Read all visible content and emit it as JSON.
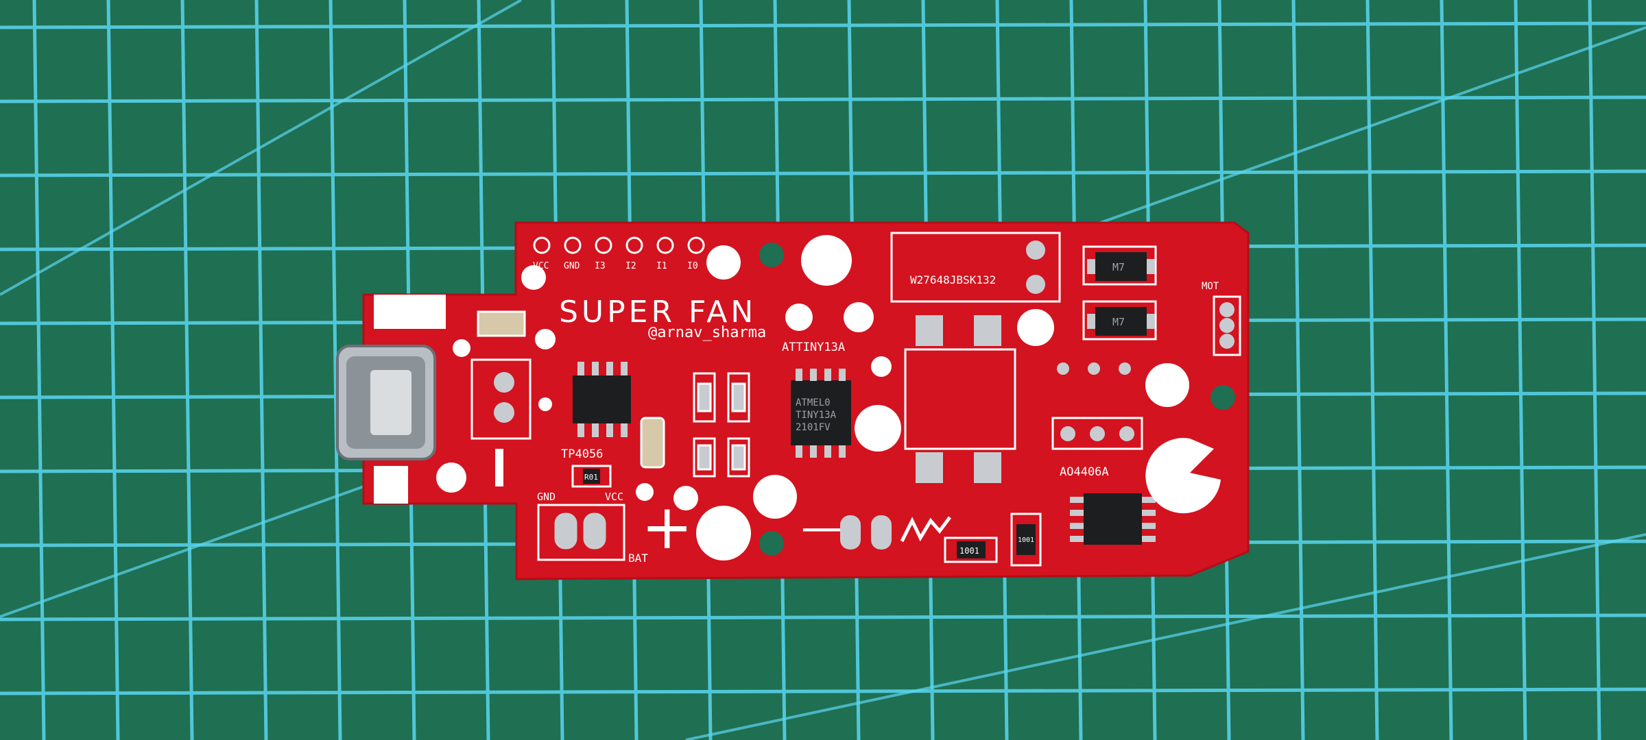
{
  "board": {
    "title": "SUPER FAN",
    "author": "@arnav_sharma",
    "header_pins": [
      "VCC",
      "GND",
      "I3",
      "I2",
      "I1",
      "I0"
    ],
    "mcu_label": "ATTINY13A",
    "mcu_marking": [
      "ATMEL0",
      "TINY13A",
      "2101FV"
    ],
    "charger_label": "TP4056",
    "battery_pins": [
      "GND",
      "VCC"
    ],
    "battery_label": "BAT",
    "plus_sign": "+",
    "minus_sign": "—",
    "mosfet_label": "AO4406A",
    "motor_label": "MOT",
    "motor_part": "W27648JBSK132",
    "diode_marking": "M7",
    "resistor_top": "R01",
    "resistor_mid": "1001",
    "resistor_right": "1001"
  },
  "colors": {
    "mat": "#1f6f52",
    "grid": "#5ad6f0",
    "pcb": "#d3131f",
    "silkscreen": "#ffffff",
    "copper_pad": "#c8ccd0"
  }
}
